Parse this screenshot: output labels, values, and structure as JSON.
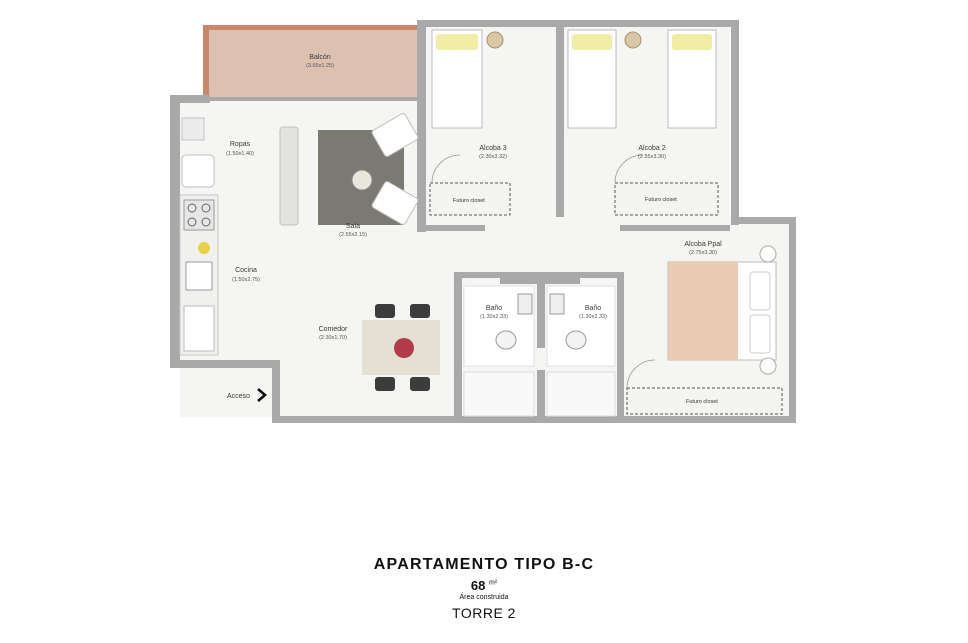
{
  "rooms": {
    "balcon": {
      "name": "Balcón",
      "dims": "(3.65x1.25)"
    },
    "ropas": {
      "name": "Ropas",
      "dims": "(1.50x1.40)"
    },
    "sala": {
      "name": "Sala",
      "dims": "(2.55x2.15)"
    },
    "cocina": {
      "name": "Cocina",
      "dims": "(1.50x2.75)"
    },
    "comedor": {
      "name": "Comedor",
      "dims": "(2.30x1.70)"
    },
    "alcoba3": {
      "name": "Alcoba 3",
      "dims": "(2.30x3.32)"
    },
    "alcoba2": {
      "name": "Alcoba 2",
      "dims": "(2.55x3.30)"
    },
    "alcobappal": {
      "name": "Alcoba Ppal",
      "dims": "(2.75x3.30)"
    },
    "bano1": {
      "name": "Baño",
      "dims": "(1.30x2.33)"
    },
    "bano2": {
      "name": "Baño",
      "dims": "(1.30x2.33)"
    }
  },
  "closets": {
    "alcoba3": "Futuro closet",
    "alcoba2": "Futuro closet",
    "alcobappal": "Futuro closet"
  },
  "access": {
    "label": "Acceso",
    "icon": "chevron-right-icon"
  },
  "footer": {
    "title": "APARTAMENTO TIPO B-C",
    "area_value": "68",
    "area_unit": "m²",
    "area_caption": "Área construida",
    "tower": "TORRE 2"
  },
  "colors": {
    "wall": "#a9a9a9",
    "floor": "#f5f5f3",
    "balcony_deck": "#dcc1b1",
    "balcony_rail": "#c9866a",
    "rug": "#7a7a72",
    "bed_pillow": "#f1eca6",
    "bed_cover": "#eccbb3"
  }
}
